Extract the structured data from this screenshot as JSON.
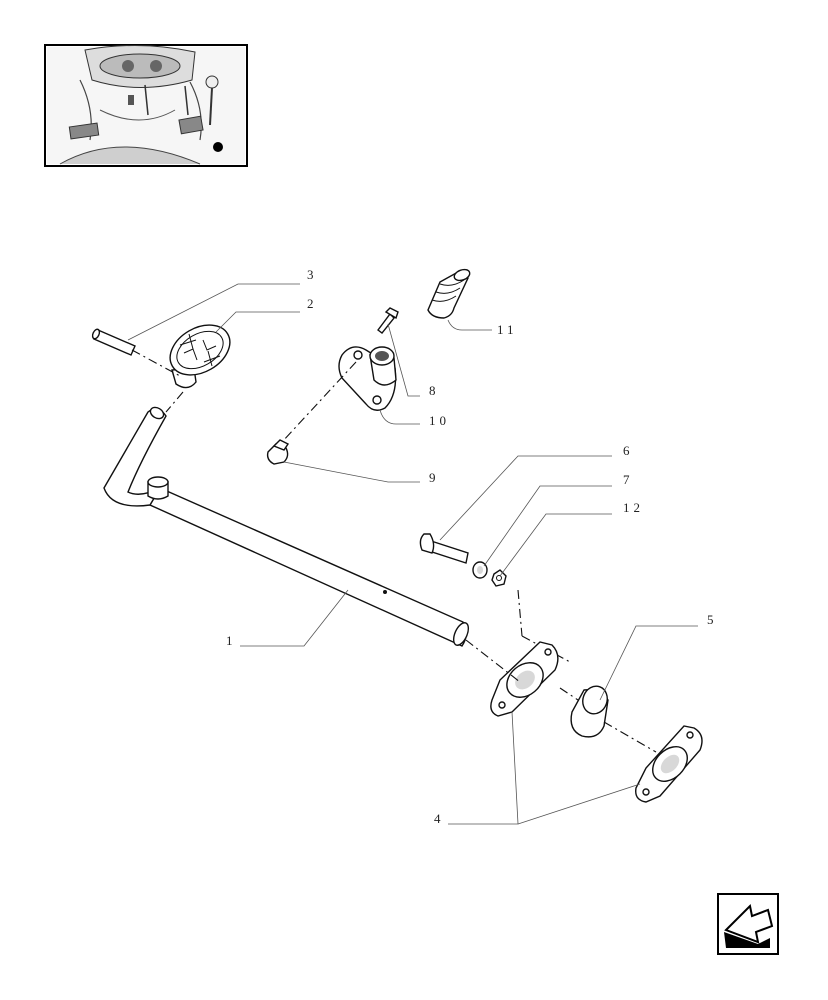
{
  "labels": {
    "l1": "1",
    "l2": "2",
    "l3": "3",
    "l4": "4",
    "l5": "5",
    "l6": "6",
    "l7": "7",
    "l8": "8",
    "l9": "9",
    "l10": "10",
    "l11": "11",
    "l12": "12"
  },
  "icons": {
    "locator": "tractor-pedal-locator-thumbnail",
    "back": "back-arrow-icon"
  }
}
